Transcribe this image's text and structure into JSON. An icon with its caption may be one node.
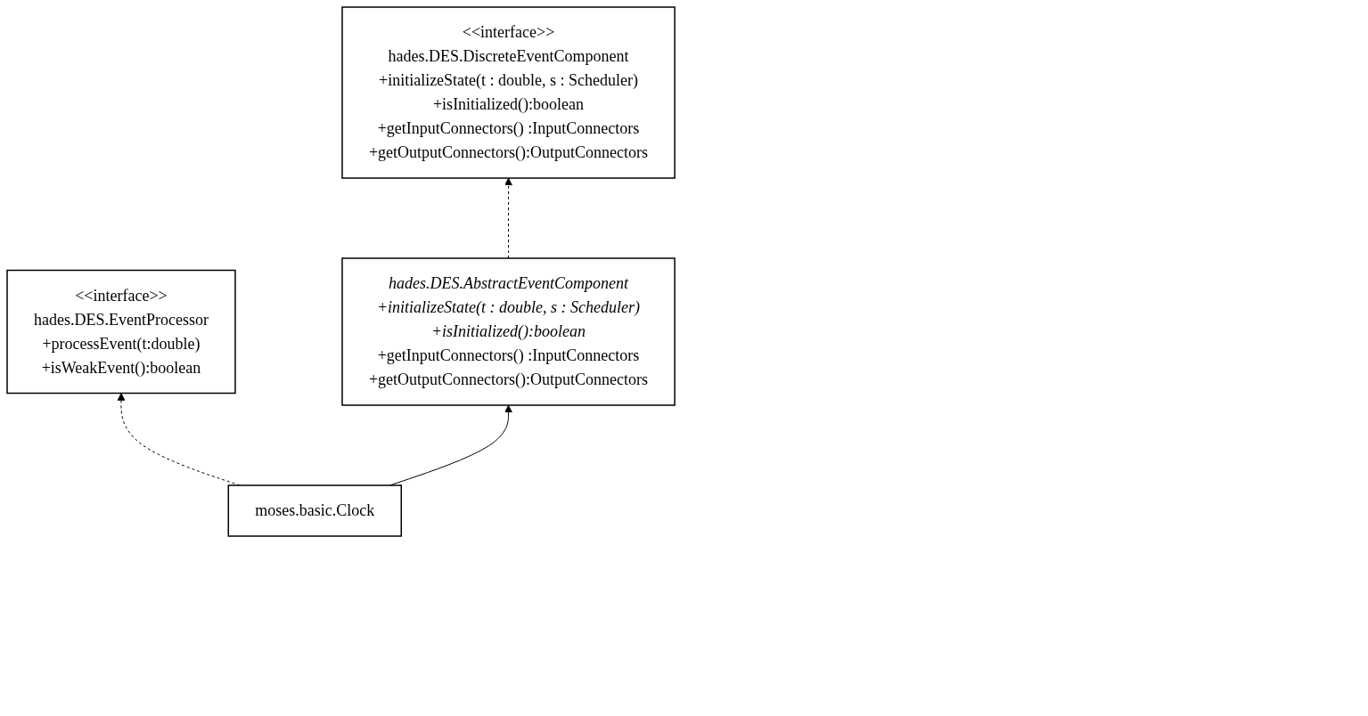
{
  "diagram": {
    "nodes": [
      {
        "text": [
          "<<interface>>",
          "hades.DES.DiscreteEventComponent",
          "+initializeState(t : double, s : Scheduler)",
          "+isInitialized():boolean",
          "+getInputConnectors() :InputConnectors",
          "+getOutputConnectors():OutputConnectors"
        ]
      },
      {
        "text": [
          "<<interface>>",
          "hades.DES.EventProcessor",
          "+processEvent(t:double)",
          "+isWeakEvent():boolean"
        ]
      },
      {
        "text": [
          "*hades.DES.AbstractEventComponent*",
          "*+initializeState(t : double, s : Scheduler)*",
          "*+isInitialized():boolean*",
          "+getInputConnectors() :InputConnectors",
          "+getOutputConnectors():OutputConnectors"
        ]
      },
      {
        "text": [
          "moses.basic.Clock"
        ]
      }
    ],
    "edges": [
      {
        "from": 2,
        "to": 0,
        "arrow": "to",
        "style": "dashed"
      },
      {
        "from": 3,
        "to": 1,
        "arrow": "to",
        "style": "dashed"
      },
      {
        "from": 3,
        "to": 2,
        "arrow": "to"
      }
    ]
  }
}
